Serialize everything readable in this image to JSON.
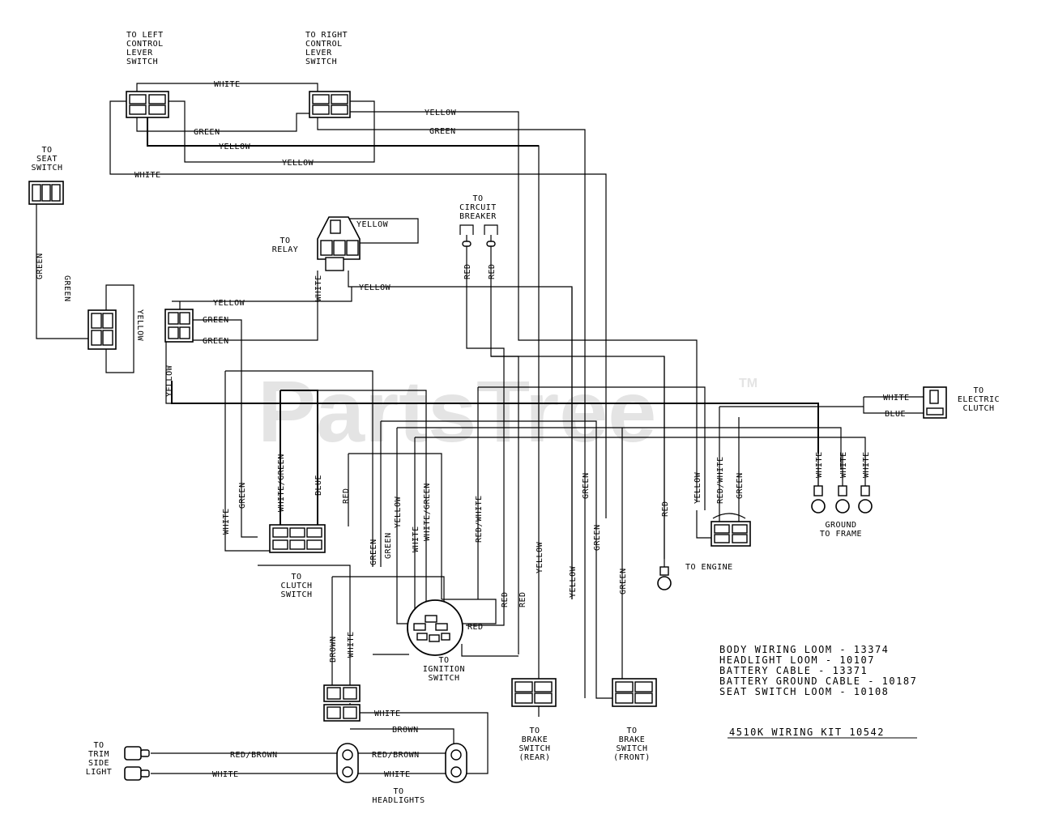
{
  "watermark": {
    "text": "PartsTree",
    "tm": "TM"
  },
  "captions": {
    "left_control_lever": [
      "TO LEFT",
      "CONTROL",
      "LEVER",
      "SWITCH"
    ],
    "right_control_lever": [
      "TO RIGHT",
      "CONTROL",
      "LEVER",
      "SWITCH"
    ],
    "seat_switch": [
      "TO",
      "SEAT",
      "SWITCH"
    ],
    "relay": [
      "TO",
      "RELAY"
    ],
    "circuit_breaker": [
      "TO",
      "CIRCUIT",
      "BREAKER"
    ],
    "electric_clutch": [
      "TO",
      "ELECTRIC",
      "CLUTCH"
    ],
    "engine": [
      "TO ENGINE"
    ],
    "ground": [
      "GROUND",
      "TO FRAME"
    ],
    "clutch_switch": [
      "TO",
      "CLUTCH",
      "SWITCH"
    ],
    "ignition_switch": [
      "TO",
      "IGNITION",
      "SWITCH"
    ],
    "brake_rear": [
      "TO",
      "BRAKE",
      "SWITCH",
      "(REAR)"
    ],
    "brake_front": [
      "TO",
      "BRAKE",
      "SWITCH",
      "(FRONT)"
    ],
    "trim_light": [
      "TO",
      "TRIM",
      "SIDE",
      "LIGHT"
    ],
    "headlights": [
      "TO",
      "HEADLIGHTS"
    ]
  },
  "wire_labels": {
    "white": "WHITE",
    "green": "GREEN",
    "yellow": "YELLOW",
    "blue": "BLUE",
    "red": "RED",
    "red_white": "RED/WHITE",
    "white_green": "WHITE/GREEN",
    "red_brown": "RED/BROWN",
    "brown": "BROWN"
  },
  "legend": [
    "BODY WIRING LOOM - 13374",
    "HEADLIGHT LOOM - 10107",
    "BATTERY CABLE - 13371",
    "BATTERY GROUND CABLE - 10187",
    "SEAT SWITCH LOOM - 10108"
  ],
  "kit_title": "4510K WIRING KIT   10542"
}
